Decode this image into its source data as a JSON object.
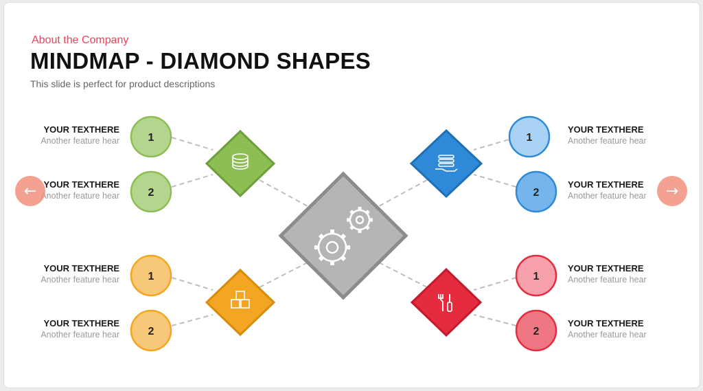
{
  "header": {
    "kicker": "About the Company",
    "title": "MINDMAP - DIAMOND SHAPES",
    "description": "This slide is perfect for product descriptions"
  },
  "colors": {
    "green": "#8cbe54",
    "green_light": "#b3d58e",
    "blue": "#2e8ad8",
    "blue_light": "#a9d2f4",
    "blue_mid": "#75b5ec",
    "orange": "#f2a623",
    "orange_light": "#f6c877",
    "red": "#e42c3e",
    "red_light": "#f5a0aa",
    "red_mid": "#ef7683",
    "center": "#b5b5b5",
    "nav": "#f3917e"
  },
  "center": {
    "icon": "gears-icon"
  },
  "branches": {
    "top_left": {
      "icon": "coin-stack-icon",
      "items": [
        {
          "number": "1",
          "heading": "YOUR TEXTHERE",
          "sub": "Another feature hear"
        },
        {
          "number": "2",
          "heading": "YOUR TEXTHERE",
          "sub": "Another feature hear"
        }
      ]
    },
    "top_right": {
      "icon": "hand-coins-icon",
      "items": [
        {
          "number": "1",
          "heading": "YOUR TEXTHERE",
          "sub": "Another feature hear"
        },
        {
          "number": "2",
          "heading": "YOUR TEXTHERE",
          "sub": "Another feature hear"
        }
      ]
    },
    "bottom_left": {
      "icon": "boxes-icon",
      "items": [
        {
          "number": "1",
          "heading": "YOUR TEXTHERE",
          "sub": "Another feature hear"
        },
        {
          "number": "2",
          "heading": "YOUR TEXTHERE",
          "sub": "Another feature hear"
        }
      ]
    },
    "bottom_right": {
      "icon": "tools-icon",
      "items": [
        {
          "number": "1",
          "heading": "YOUR TEXTHERE",
          "sub": "Another feature hear"
        },
        {
          "number": "2",
          "heading": "YOUR TEXTHERE",
          "sub": "Another feature hear"
        }
      ]
    }
  },
  "nav": {
    "prev_icon": "arrow-left-icon",
    "next_icon": "arrow-right-icon",
    "prev_glyph": "←",
    "next_glyph": "→"
  }
}
